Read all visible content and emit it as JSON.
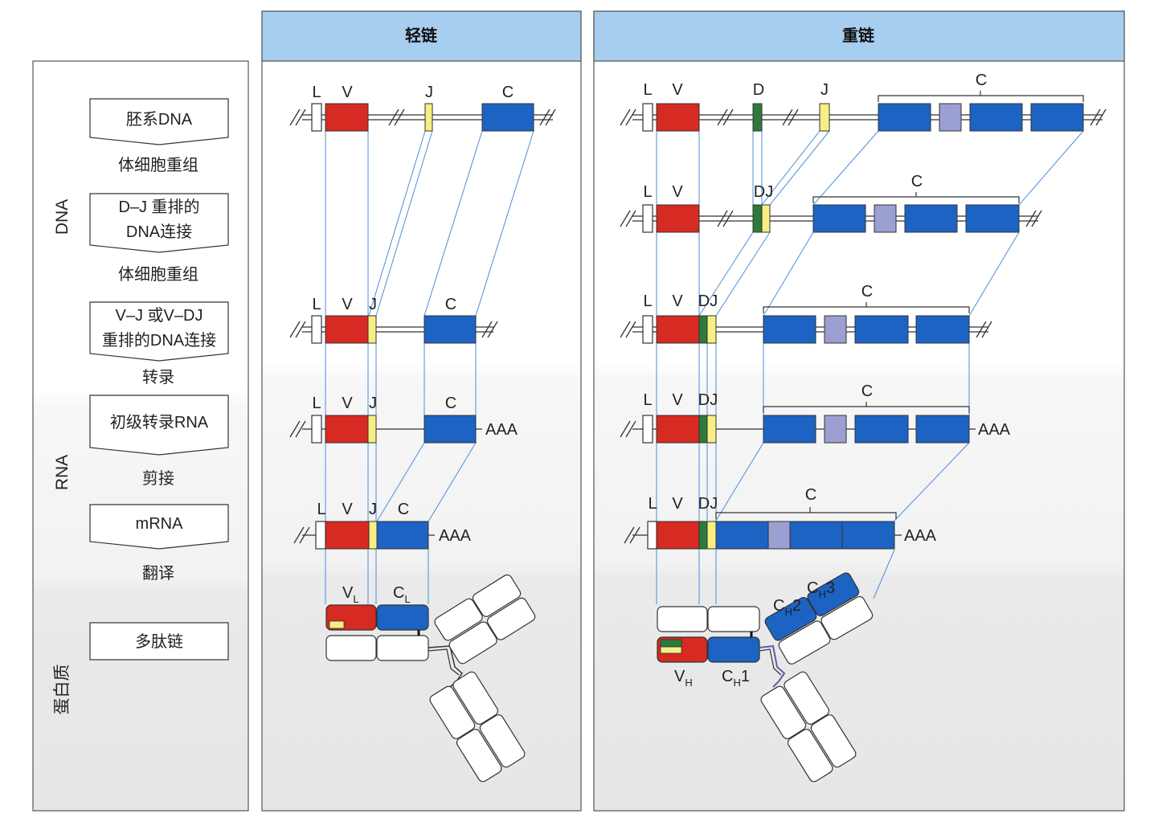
{
  "colors": {
    "V": "#d62a22",
    "J": "#f7ee84",
    "D": "#2d7a3a",
    "C": "#1c63c4",
    "hinge": "#9c9fd1",
    "connector": "#4a8fd6",
    "header_bg": "#a7cdef",
    "panel_bg": "#ffffff",
    "panel_bg_dark": "#ebebeb"
  },
  "left_panel": {
    "sections": {
      "dna": "DNA",
      "rna": "RNA",
      "protein": "蛋白质"
    },
    "steps": [
      {
        "lines": [
          "胚系DNA"
        ]
      },
      {
        "lines": [
          "D–J 重排的",
          "DNA连接"
        ]
      },
      {
        "lines": [
          "V–J 或V–DJ",
          "重排的DNA连接"
        ]
      },
      {
        "lines": [
          "初级转录RNA"
        ]
      },
      {
        "lines": [
          "mRNA"
        ]
      },
      {
        "lines": [
          "多肽链"
        ]
      }
    ],
    "processes": [
      "体细胞重组",
      "体细胞重组",
      "转录",
      "剪接",
      "翻译"
    ]
  },
  "light_chain": {
    "title": "轻链",
    "labels": {
      "L": "L",
      "V": "V",
      "J": "J",
      "C": "C",
      "AAA": "AAA"
    },
    "domains": {
      "VL_main": "V",
      "VL_sub": "L",
      "CL_main": "C",
      "CL_sub": "L"
    }
  },
  "heavy_chain": {
    "title": "重链",
    "labels": {
      "L": "L",
      "V": "V",
      "D": "D",
      "J": "J",
      "DJ": "DJ",
      "C": "C",
      "AAA": "AAA"
    },
    "domains": {
      "VH_main": "V",
      "VH_sub": "H",
      "CH1_main": "C",
      "CH1_sub": "H",
      "CH1_num": "1",
      "CH2_main": "C",
      "CH2_sub": "H",
      "CH2_num": "2",
      "CH3_main": "C",
      "CH3_sub": "H",
      "CH3_num": "3"
    }
  }
}
